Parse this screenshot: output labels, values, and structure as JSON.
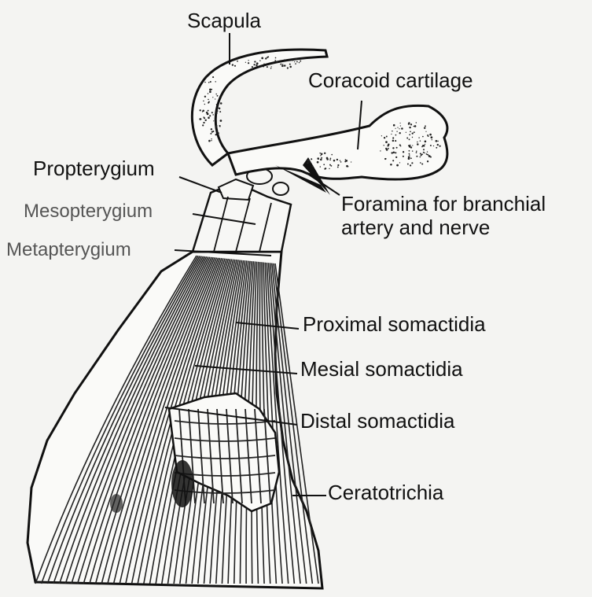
{
  "labels": {
    "scapula": "Scapula",
    "coracoid_cartilage": "Coracoid cartilage",
    "propterygium": "Propterygium",
    "foramina_line1": "Foramina for branchial",
    "foramina_line2": "artery and nerve",
    "mesopterygium": "Mesopterygium",
    "metapterygium": "Metapterygium",
    "proximal_somactidia": "Proximal somactidia",
    "mesial_somactidia": "Mesial somactidia",
    "distal_somactidia": "Distal somactidia",
    "ceratotrichia": "Ceratotrichia"
  },
  "colors": {
    "ink": "#111111",
    "paper": "#f4f4f2",
    "faint_label": "#555555"
  }
}
